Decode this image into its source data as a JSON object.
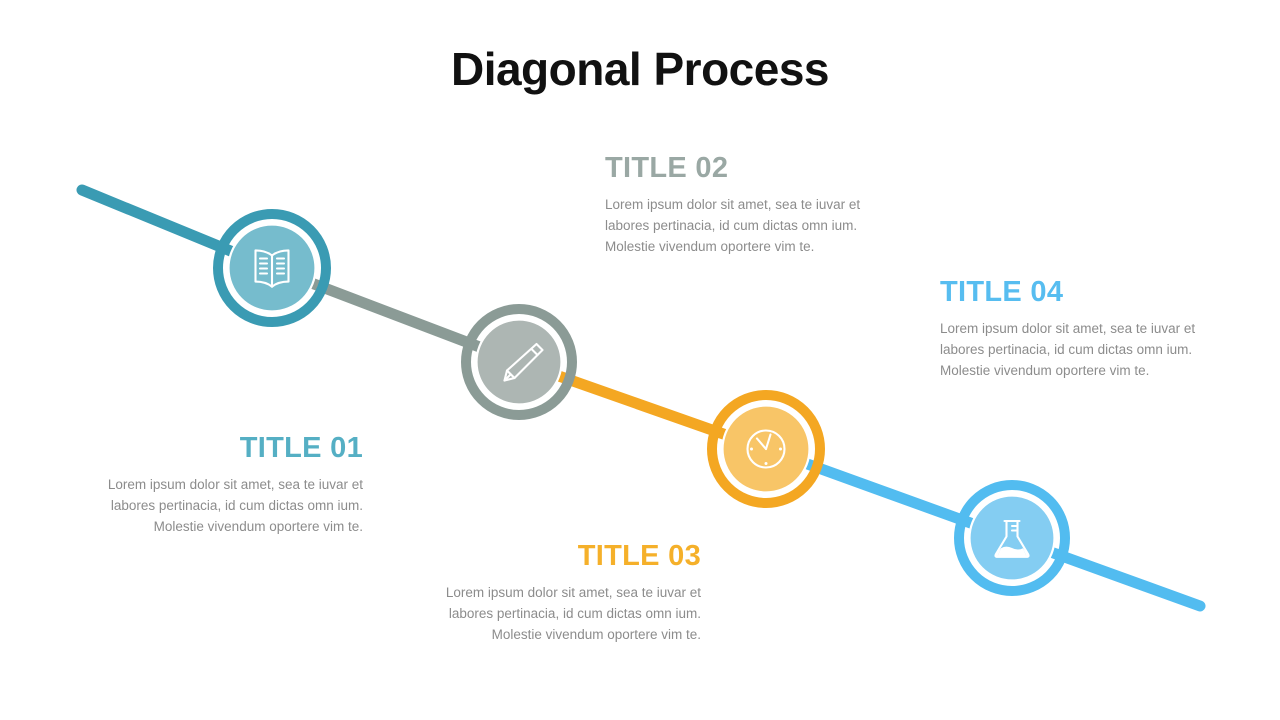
{
  "slide": {
    "title": "Diagonal Process",
    "background_color": "#ffffff"
  },
  "palette": {
    "teal": "#55afc4",
    "teal_dark": "#3a9bb3",
    "gray_green": "#9aa8a4",
    "gray_green_dark": "#8b9b96",
    "amber": "#f5b841",
    "amber_dark": "#f4a722",
    "sky": "#71c9f2",
    "sky_dark": "#52bcf0",
    "body_text": "#8c8c8c",
    "title_text": "#111111",
    "icon_white": "#ffffff"
  },
  "steps": [
    {
      "number": "01",
      "title": "TITLE 01",
      "body": "Lorem ipsum dolor sit amet, sea te iuvar et labores pertinacia, id cum dictas omn ium. Molestie vivendum oportere vim te.",
      "title_color": "#55afc4",
      "icon": "book-icon",
      "circle_fill": "#76bccd",
      "circle_ring": "#3a9bb3",
      "align": "right"
    },
    {
      "number": "02",
      "title": "TITLE 02",
      "body": "Lorem ipsum dolor sit amet, sea te iuvar et labores pertinacia, id cum dictas omn ium. Molestie vivendum oportere vim te.",
      "title_color": "#9aa8a4",
      "icon": "pencil-icon",
      "circle_fill": "#adb6b3",
      "circle_ring": "#8b9b96",
      "align": "left"
    },
    {
      "number": "03",
      "title": "TITLE 03",
      "body": "Lorem ipsum dolor sit amet, sea te iuvar et labores pertinacia, id cum dictas omn ium. Molestie vivendum oportere vim te.",
      "title_color": "#f5b02a",
      "icon": "clock-icon",
      "circle_fill": "#f8c567",
      "circle_ring": "#f4a722",
      "align": "right"
    },
    {
      "number": "04",
      "title": "TITLE 04",
      "body": "Lorem ipsum dolor sit amet, sea te iuvar et labores pertinacia, id cum dictas omn ium. Molestie vivendum oportere vim te.",
      "title_color": "#57bdf0",
      "icon": "flask-icon",
      "circle_fill": "#84cdf2",
      "circle_ring": "#52bcf0",
      "align": "left"
    }
  ],
  "connector_line": {
    "segments": [
      {
        "name": "segment-start",
        "color": "#3a9bb3"
      },
      {
        "name": "segment-1-2",
        "color": "#8b9b96"
      },
      {
        "name": "segment-2-3",
        "color": "#f4a722"
      },
      {
        "name": "segment-3-4",
        "color": "#52bcf0"
      },
      {
        "name": "segment-end",
        "color": "#52bcf0"
      }
    ]
  }
}
